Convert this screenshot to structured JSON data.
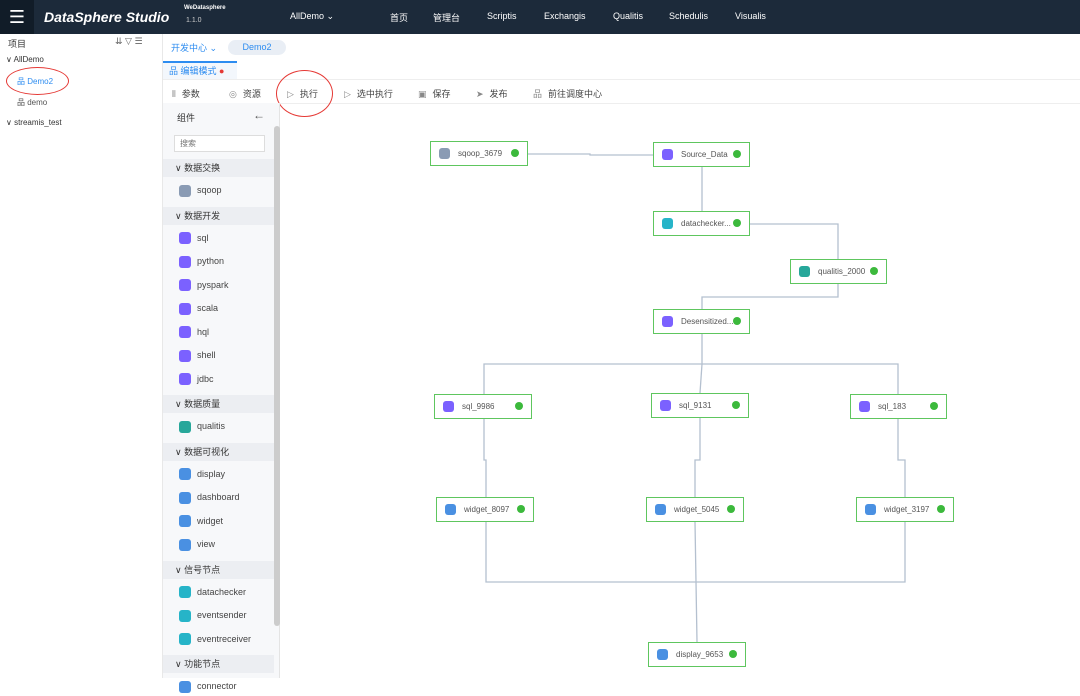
{
  "header": {
    "logo": "DataSphere Studio",
    "logo_sup": "WeDatasphere",
    "version": "1.1.0",
    "project": "AllDemo ⌄",
    "nav": [
      "首页",
      "管理台",
      "Scriptis",
      "Exchangis",
      "Qualitis",
      "Schedulis",
      "Visualis"
    ]
  },
  "sidebar": {
    "title": "项目",
    "tree": [
      {
        "label": "AllDemo",
        "expanded": true
      },
      {
        "label": "Demo2",
        "selected": true
      },
      {
        "label": "demo"
      },
      {
        "label": "streamis_test",
        "expanded": true
      }
    ]
  },
  "breadcrumb": {
    "center": "开发中心 ⌄",
    "workflow": "Demo2"
  },
  "tab": {
    "label": "编辑模式"
  },
  "toolbar": [
    "参数",
    "资源",
    "执行",
    "选中执行",
    "保存",
    "发布",
    "前往调度中心"
  ],
  "panel": {
    "title": "组件",
    "search_placeholder": "搜索",
    "groups": [
      {
        "name": "数据交换",
        "items": [
          "sqoop"
        ]
      },
      {
        "name": "数据开发",
        "items": [
          "sql",
          "python",
          "pyspark",
          "scala",
          "hql",
          "shell",
          "jdbc"
        ]
      },
      {
        "name": "数据质量",
        "items": [
          "qualitis"
        ]
      },
      {
        "name": "数据可视化",
        "items": [
          "display",
          "dashboard",
          "widget",
          "view"
        ]
      },
      {
        "name": "信号节点",
        "items": [
          "datachecker",
          "eventsender",
          "eventreceiver"
        ]
      },
      {
        "name": "功能节点",
        "items": [
          "connector"
        ]
      }
    ]
  },
  "nodes": [
    "sqoop_3679",
    "Source_Data",
    "datachecker...",
    "qualitis_2000",
    "Desensitized...",
    "sql_9986",
    "sql_9131",
    "sql_183",
    "widget_8097",
    "widget_5045",
    "widget_3197",
    "display_9653"
  ],
  "node_status": "success",
  "colors": {
    "topbar": "#1c2a3a",
    "accent": "#2d8cf0",
    "success": "#3cb93c",
    "highlight": "#e53935"
  }
}
